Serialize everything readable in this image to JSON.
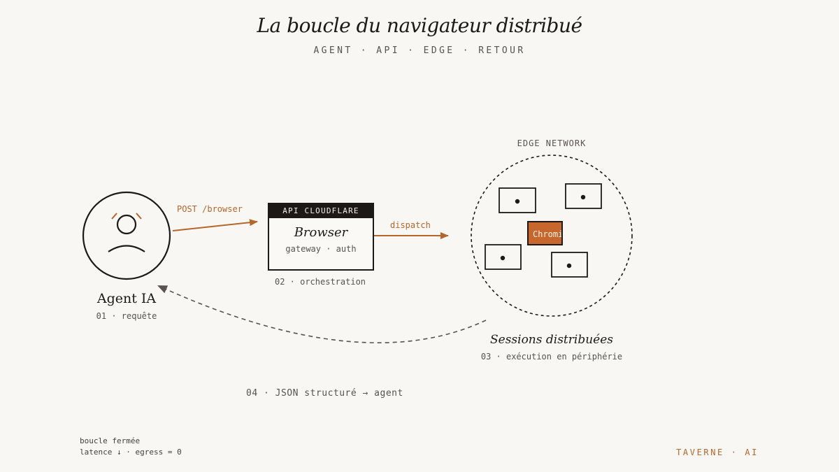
{
  "header": {
    "title": "La boucle du navigateur distribué",
    "subtitle": "AGENT · API · EDGE · RETOUR"
  },
  "agent": {
    "name": "Agent IA",
    "step": "01 · requête"
  },
  "arrows": {
    "post_label": "POST /browser",
    "dispatch_label": "dispatch",
    "return_label": "04 · JSON structuré → agent"
  },
  "api": {
    "header": "API CLOUDFLARE",
    "title": "Browser",
    "subtitle": "gateway · auth",
    "step": "02 · orchestration"
  },
  "edge": {
    "label": "EDGE NETWORK",
    "chromium_label": "Chromium",
    "title": "Sessions distribuées",
    "step": "03 · exécution en périphérie"
  },
  "footer": {
    "line1": "boucle fermée",
    "line2": "latence ↓ · egress = 0",
    "brand": "TAVERNE · AI"
  },
  "colors": {
    "accent": "#b4662b",
    "ink": "#1c1917",
    "background": "#f9f7f3",
    "chromium_fill": "#c8672d"
  }
}
